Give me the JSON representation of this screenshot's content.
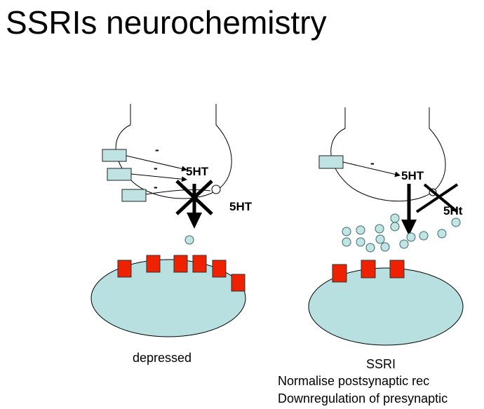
{
  "title": "SSRIs neurochemistry",
  "left_panel": {
    "neurotransmitter_label": "5HT",
    "reuptake_label": "5HT",
    "inhibit_signs": [
      "-",
      "-",
      "-"
    ],
    "caption": "depressed"
  },
  "right_panel": {
    "neurotransmitter_label": "5HT",
    "reuptake_label": "5Ht",
    "inhibit_sign": "-",
    "caption_lines": [
      "SSRI",
      "Normalise postsynaptic rec",
      "Downregulation of presynaptic"
    ]
  },
  "colors": {
    "receptor": "#ee2200",
    "postsynaptic_cell": "#b8e0e0",
    "autoreceptor": "#bfe3e3",
    "vesicle": "#c2e4e4"
  }
}
